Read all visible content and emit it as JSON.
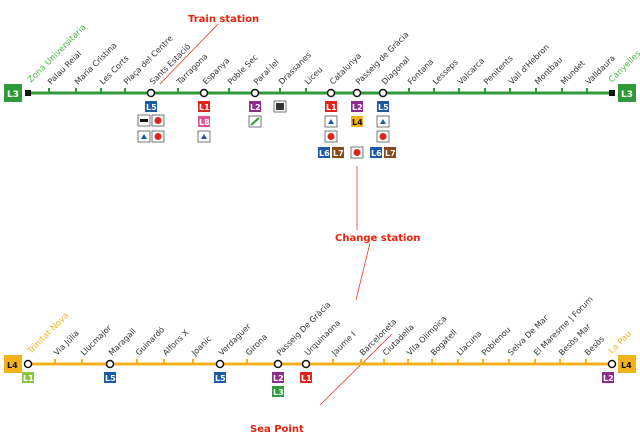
{
  "colors": {
    "L1": "#e2231a",
    "L2": "#8e2c8e",
    "L3": "#2f9a3a",
    "L4": "#f3b21b",
    "L5": "#1c5aa6",
    "L6": "#1c5aa6",
    "L7": "#8a4a1a",
    "L8": "#e05397",
    "L11": "#8fc640",
    "callout": "#e8230c"
  },
  "callouts": {
    "train": "Train station",
    "change": "Change station",
    "sea": "Sea Point"
  },
  "line3": {
    "line_label": "L3",
    "start_terminal": "Zona Universitaria",
    "end_terminal": "Canyelles",
    "stations": [
      {
        "name": "Palau Reial",
        "type": "stop"
      },
      {
        "name": "Maria Cristina",
        "type": "stop"
      },
      {
        "name": "Les Corts",
        "type": "stop"
      },
      {
        "name": "Plaça del Centre",
        "type": "stop"
      },
      {
        "name": "Sants Estació",
        "type": "change"
      },
      {
        "name": "Tarragona",
        "type": "stop"
      },
      {
        "name": "Espanya",
        "type": "change"
      },
      {
        "name": "Poble Sec",
        "type": "stop"
      },
      {
        "name": "Paral·lel",
        "type": "change"
      },
      {
        "name": "Drassanes",
        "type": "stop"
      },
      {
        "name": "Liceu",
        "type": "stop"
      },
      {
        "name": "Catalunya",
        "type": "change"
      },
      {
        "name": "Passeig de Gràcia",
        "type": "change"
      },
      {
        "name": "Diagonal",
        "type": "change"
      },
      {
        "name": "Fontana",
        "type": "stop"
      },
      {
        "name": "Lesseps",
        "type": "stop"
      },
      {
        "name": "Valcarca",
        "type": "stop"
      },
      {
        "name": "Penitents",
        "type": "stop"
      },
      {
        "name": "Vall d'Hebron",
        "type": "stop"
      },
      {
        "name": "Montbau",
        "type": "stop"
      },
      {
        "name": "Mundet",
        "type": "stop"
      },
      {
        "name": "Valldaura",
        "type": "stop"
      }
    ]
  },
  "line4": {
    "line_label": "L4",
    "start_terminal": "Trinitat Nova",
    "end_terminal": "La Pau",
    "stations": [
      {
        "name": "Via Júlia",
        "type": "stop"
      },
      {
        "name": "Llucmajor",
        "type": "stop"
      },
      {
        "name": "Maragall",
        "type": "change"
      },
      {
        "name": "Guinardó",
        "type": "stop"
      },
      {
        "name": "Alfons X",
        "type": "stop"
      },
      {
        "name": "Joanic",
        "type": "stop"
      },
      {
        "name": "Verdaguer",
        "type": "change"
      },
      {
        "name": "Girona",
        "type": "stop"
      },
      {
        "name": "Passeig De Gràcia",
        "type": "change"
      },
      {
        "name": "Urquinaona",
        "type": "change"
      },
      {
        "name": "Jaume I",
        "type": "stop"
      },
      {
        "name": "Barceloneta",
        "type": "stop"
      },
      {
        "name": "Ciutadella",
        "type": "stop"
      },
      {
        "name": "Vila Olímpica",
        "type": "stop"
      },
      {
        "name": "Bogatell",
        "type": "stop"
      },
      {
        "name": "Llacuna",
        "type": "stop"
      },
      {
        "name": "Poblenou",
        "type": "stop"
      },
      {
        "name": "Selva De Mar",
        "type": "stop"
      },
      {
        "name": "El Maresme | Forum",
        "type": "stop"
      },
      {
        "name": "Besòs Mar",
        "type": "stop"
      },
      {
        "name": "Besòs",
        "type": "stop"
      }
    ]
  },
  "connections": {
    "L3_Sants": {
      "lines": [
        "L5"
      ],
      "icons": [
        "train",
        "renfe",
        "fgc",
        "renfe"
      ]
    },
    "L3_Espanya": {
      "lines": [
        "L1",
        "L8"
      ],
      "icons": [
        "fgc"
      ]
    },
    "L3_Parallel": {
      "lines": [
        "L2"
      ],
      "icons": [
        "funicular"
      ]
    },
    "L3_Drassanes": {
      "icons": [
        "port"
      ]
    },
    "L3_Catalunya": {
      "lines": [
        "L1",
        "L6",
        "L7"
      ],
      "icons": [
        "fgc",
        "renfe"
      ]
    },
    "L3_PasseigGracia": {
      "lines": [
        "L2",
        "L4"
      ],
      "icons": [
        "renfe"
      ]
    },
    "L3_Diagonal": {
      "lines": [
        "L5",
        "L6",
        "L7"
      ],
      "icons": [
        "fgc",
        "renfe"
      ]
    },
    "L4_Trinitat": {
      "lines": [
        "L11"
      ]
    },
    "L4_Maragall": {
      "lines": [
        "L5"
      ]
    },
    "L4_Verdaguer": {
      "lines": [
        "L5"
      ]
    },
    "L4_PasseigGracia": {
      "lines": [
        "L2",
        "L3"
      ]
    },
    "L4_Urquinaona": {
      "lines": [
        "L1"
      ]
    },
    "L4_LaPau": {
      "lines": [
        "L2"
      ]
    }
  }
}
